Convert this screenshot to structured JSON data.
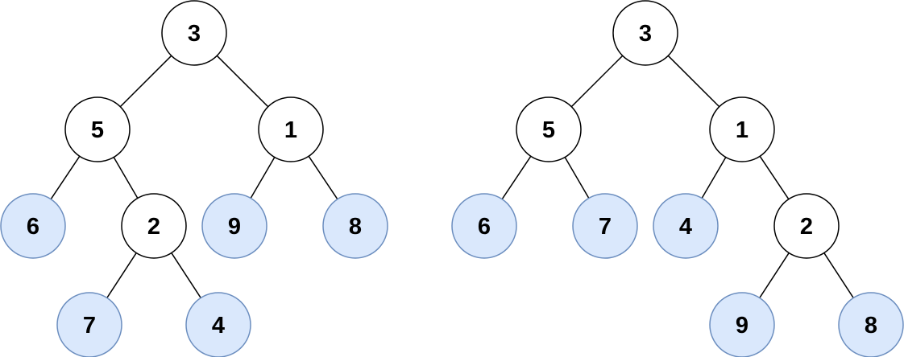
{
  "colors": {
    "internal_fill": "#ffffff",
    "leaf_fill": "#dae8fc",
    "leaf_stroke": "#6c8ebf",
    "edge": "#000000"
  },
  "trees": [
    {
      "nodes": [
        {
          "id": "a",
          "value": "3",
          "leaf": false
        },
        {
          "id": "b",
          "value": "5",
          "leaf": false
        },
        {
          "id": "c",
          "value": "1",
          "leaf": false
        },
        {
          "id": "d",
          "value": "6",
          "leaf": true
        },
        {
          "id": "e",
          "value": "2",
          "leaf": false
        },
        {
          "id": "f",
          "value": "9",
          "leaf": true
        },
        {
          "id": "g",
          "value": "8",
          "leaf": true
        },
        {
          "id": "h",
          "value": "7",
          "leaf": true
        },
        {
          "id": "i",
          "value": "4",
          "leaf": true
        }
      ],
      "edges": [
        [
          "a",
          "b"
        ],
        [
          "a",
          "c"
        ],
        [
          "b",
          "d"
        ],
        [
          "b",
          "e"
        ],
        [
          "c",
          "f"
        ],
        [
          "c",
          "g"
        ],
        [
          "e",
          "h"
        ],
        [
          "e",
          "i"
        ]
      ]
    },
    {
      "nodes": [
        {
          "id": "a",
          "value": "3",
          "leaf": false
        },
        {
          "id": "b",
          "value": "5",
          "leaf": false
        },
        {
          "id": "c",
          "value": "1",
          "leaf": false
        },
        {
          "id": "d",
          "value": "6",
          "leaf": true
        },
        {
          "id": "e",
          "value": "7",
          "leaf": true
        },
        {
          "id": "f",
          "value": "4",
          "leaf": true
        },
        {
          "id": "g",
          "value": "2",
          "leaf": false
        },
        {
          "id": "h",
          "value": "9",
          "leaf": true
        },
        {
          "id": "i",
          "value": "8",
          "leaf": true
        }
      ],
      "edges": [
        [
          "a",
          "b"
        ],
        [
          "a",
          "c"
        ],
        [
          "b",
          "d"
        ],
        [
          "b",
          "e"
        ],
        [
          "c",
          "f"
        ],
        [
          "c",
          "g"
        ],
        [
          "g",
          "h"
        ],
        [
          "g",
          "i"
        ]
      ]
    }
  ]
}
